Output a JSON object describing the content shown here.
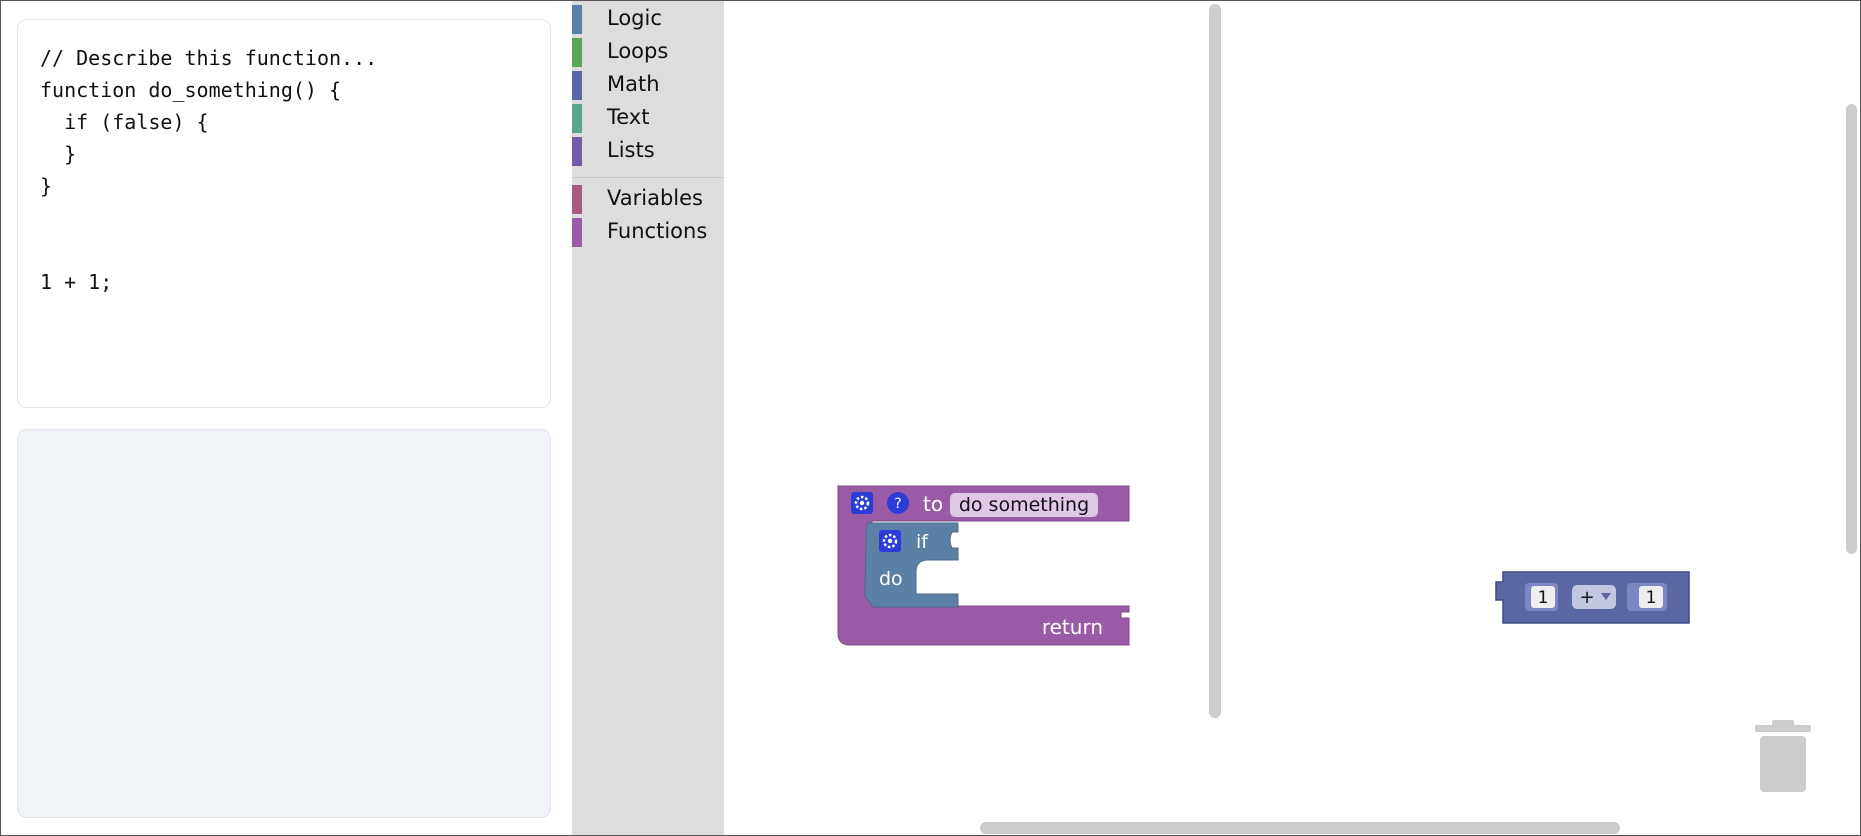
{
  "code": {
    "lines": [
      "// Describe this function...",
      "function do_something() {",
      "  if (false) {",
      "  }",
      "}",
      "",
      "",
      "1 + 1;"
    ]
  },
  "toolbox": {
    "categories": [
      {
        "label": "Logic",
        "color": "#5b80a5"
      },
      {
        "label": "Loops",
        "color": "#5ba55b"
      },
      {
        "label": "Math",
        "color": "#5b67a5"
      },
      {
        "label": "Text",
        "color": "#5ba58c"
      },
      {
        "label": "Lists",
        "color": "#745ba5"
      },
      {
        "label": "Variables",
        "color": "#a55b80"
      },
      {
        "label": "Functions",
        "color": "#995ba5"
      }
    ]
  },
  "blocks": {
    "procedure": {
      "to_label": "to",
      "name": "do something",
      "return_label": "return",
      "help_glyph": "?",
      "color": "#995ba5"
    },
    "if_block": {
      "if_label": "if",
      "do_label": "do",
      "color": "#5b80a5"
    },
    "math_block": {
      "left": "1",
      "operator": "+",
      "right": "1",
      "color": "#5b67a5"
    }
  }
}
